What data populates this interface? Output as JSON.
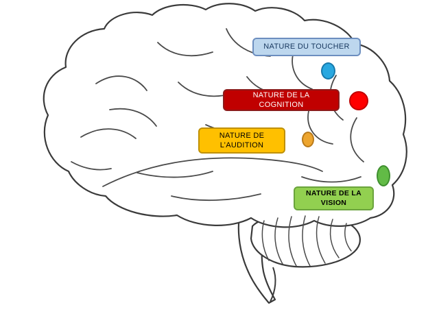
{
  "diagram": {
    "labels": {
      "toucher": {
        "line1": "NATURE DU TOUCHER",
        "bg": "#bdd7ee",
        "border": "#6c8ebf",
        "text_color": "#17375e",
        "marker_fill": "#29a8e0",
        "marker_border": "#1779ab"
      },
      "cognition": {
        "line1": "NATURE DE LA",
        "line2": "COGNITION",
        "bg": "#c00000",
        "border": "#8c1c1c",
        "text_color": "#ffffff",
        "marker_fill": "#ff0000",
        "marker_border": "#c00000"
      },
      "audition": {
        "line1": "NATURE DE",
        "line2": "L’AUDITION",
        "bg": "#ffc000",
        "border": "#bf9000",
        "text_color": "#000000",
        "marker_fill": "#eda52e",
        "marker_border": "#b97a1a"
      },
      "vision": {
        "line1": "NATURE DE LA",
        "line2": "VISION",
        "bg": "#92d050",
        "border": "#6aa33c",
        "text_color": "#000000",
        "marker_fill": "#62bb46",
        "marker_border": "#3f8f2f"
      }
    }
  }
}
